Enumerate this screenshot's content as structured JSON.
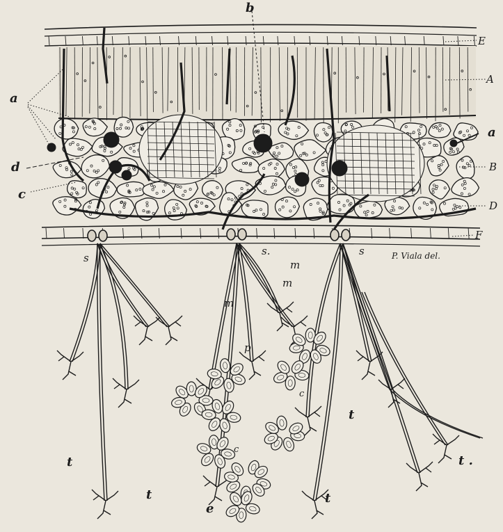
{
  "figure": {
    "credit": "P. Viala del.",
    "labels": {
      "a_left": "a",
      "a_right": "a",
      "b": "b",
      "c_left": "c",
      "c_mid1": "c",
      "c_mid2": "c",
      "d": "d",
      "e": "e",
      "E": "E",
      "A": "A",
      "B": "B",
      "D": "D",
      "F": "F",
      "s1": "s",
      "s2": "s.",
      "s3": "s",
      "m1": "m",
      "m2": "m",
      "m3": "m",
      "p": "p",
      "t1": "t",
      "t2": "t",
      "t3": "t",
      "t4": "t",
      "t5": "t ."
    }
  },
  "colors": {
    "paper": "#ebe7dd",
    "ink": "#1c1c1c",
    "cell_fill": "#f1eee6"
  }
}
